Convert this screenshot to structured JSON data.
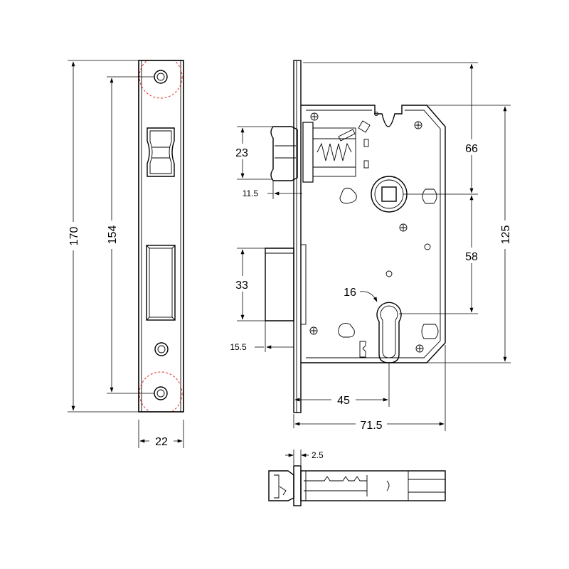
{
  "diagram": {
    "dimensions": {
      "overall_height": "170",
      "screw_pitch": "154",
      "faceplate_width": "22",
      "latch_height": "23",
      "latch_throw": "11.5",
      "deadbolt_height": "33",
      "deadbolt_throw": "15.5",
      "spindle_to_top": "66",
      "case_height": "125",
      "spindle_to_cylinder": "58",
      "cylinder_width": "16",
      "backset": "45",
      "case_depth": "71.5",
      "faceplate_thickness": "2.5"
    },
    "colors": {
      "line": "#000000",
      "highlight": "#e0302a",
      "background": "#ffffff"
    }
  }
}
